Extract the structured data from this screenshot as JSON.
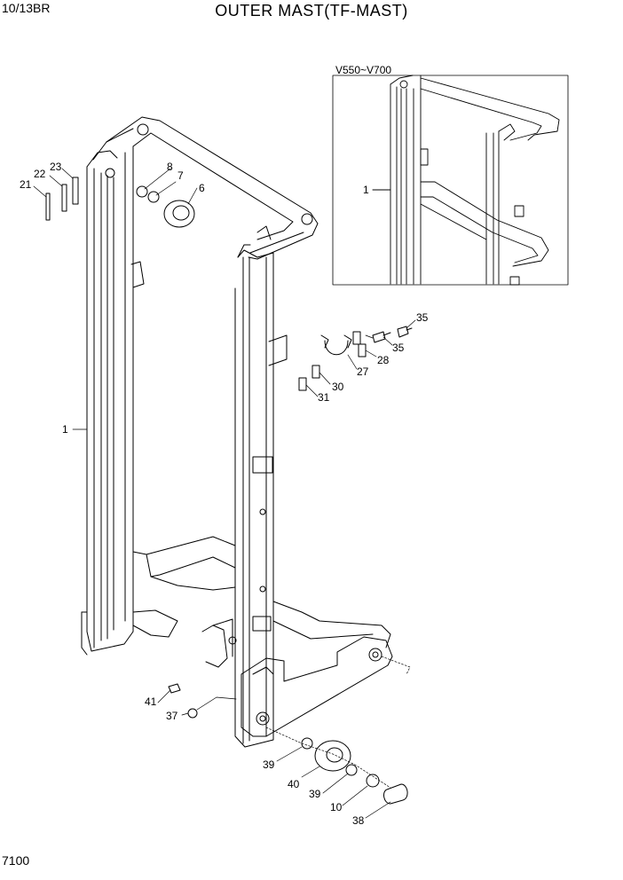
{
  "header": {
    "model": "10/13BR",
    "title": "OUTER MAST(TF-MAST)"
  },
  "footer": {
    "page_number": "7100"
  },
  "inset": {
    "label": "V550~V700",
    "callouts": [
      "1"
    ]
  },
  "callouts": [
    "1",
    "6",
    "7",
    "8",
    "21",
    "22",
    "23",
    "35",
    "35",
    "28",
    "27",
    "30",
    "31",
    "41",
    "37",
    "39",
    "40",
    "39",
    "10",
    "38"
  ],
  "colors": {
    "line": "#000000",
    "background": "#ffffff"
  }
}
